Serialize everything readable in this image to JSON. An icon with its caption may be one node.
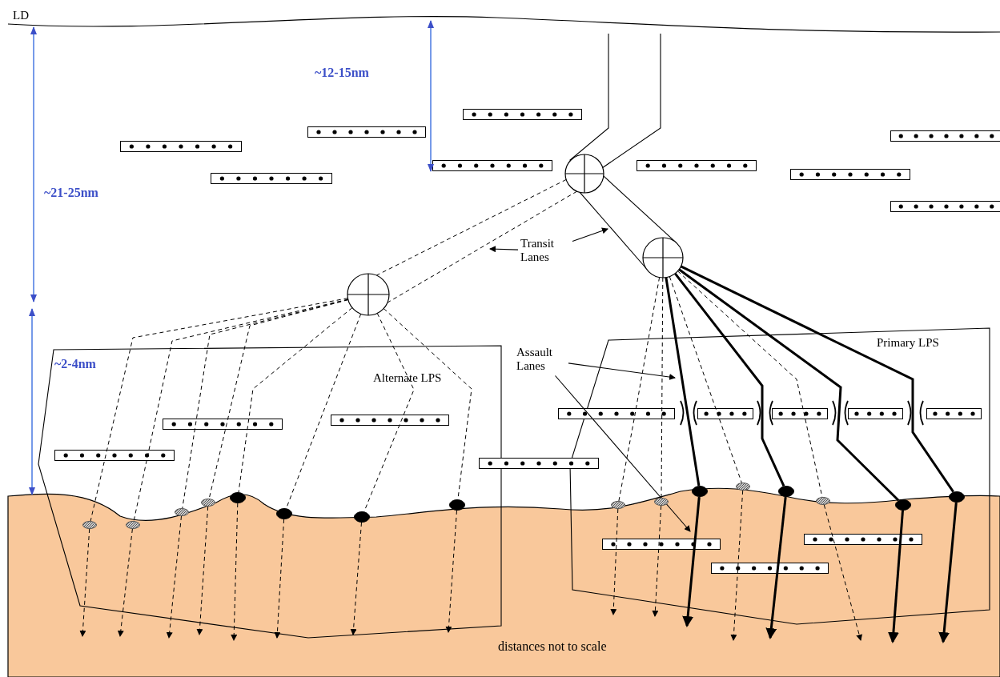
{
  "diagram": {
    "caption": "distances not to scale",
    "nodes": [
      {
        "text": [],
        "shape": "circle"
      },
      {
        "text": [],
        "shape": "circle"
      },
      {
        "text": [],
        "shape": "circle"
      },
      {
        "text": [
          "Alternate LPS"
        ]
      },
      {
        "text": [
          "Primary LPS"
        ]
      },
      {
        "text": [
          "Transit Lanes"
        ]
      },
      {
        "text": [
          "Assault Lanes"
        ]
      },
      {
        "text": [],
        "shape": "ellipse",
        "in": 3
      },
      {
        "text": [],
        "shape": "ellipse",
        "in": 3
      },
      {
        "text": [],
        "shape": "ellipse",
        "in": 3
      },
      {
        "text": [],
        "shape": "ellipse",
        "in": 3
      },
      {
        "text": [],
        "shape": "ellipse",
        "in": 3
      },
      {
        "text": [],
        "shape": "ellipse",
        "in": 3
      },
      {
        "text": [],
        "shape": "ellipse",
        "in": 3
      },
      {
        "text": [],
        "shape": "ellipse",
        "in": 3
      },
      {
        "text": [],
        "shape": "ellipse",
        "in": 4
      },
      {
        "text": [],
        "shape": "ellipse",
        "in": 4
      },
      {
        "text": [],
        "shape": "ellipse",
        "in": 4
      },
      {
        "text": [],
        "shape": "ellipse",
        "in": 4
      },
      {
        "text": [],
        "shape": "ellipse",
        "in": 4
      },
      {
        "text": [],
        "shape": "ellipse",
        "in": 4
      },
      {
        "text": [],
        "shape": "ellipse",
        "in": 4
      },
      {
        "text": [],
        "shape": "ellipse",
        "in": 4
      }
    ],
    "edges": [
      {
        "from": null,
        "to": 0,
        "arrow": "none"
      },
      {
        "from": null,
        "to": 0,
        "arrow": "none"
      },
      {
        "from": 0,
        "to": 1,
        "arrow": "none",
        "style": "dashed"
      },
      {
        "from": 0,
        "to": 1,
        "arrow": "none",
        "style": "dashed"
      },
      {
        "from": 0,
        "to": 2,
        "arrow": "none"
      },
      {
        "from": 0,
        "to": 2,
        "arrow": "none"
      },
      {
        "from": 5,
        "to": null,
        "arrow": "to"
      },
      {
        "from": 5,
        "to": null,
        "arrow": "to"
      },
      {
        "from": 6,
        "to": null,
        "arrow": "to"
      },
      {
        "from": 6,
        "to": null,
        "arrow": "to"
      },
      {
        "from": 1,
        "to": 7,
        "arrow": "none",
        "style": "dashed"
      },
      {
        "from": 1,
        "to": 8,
        "arrow": "none",
        "style": "dashed"
      },
      {
        "from": 1,
        "to": 9,
        "arrow": "none",
        "style": "dashed"
      },
      {
        "from": 1,
        "to": 10,
        "arrow": "none",
        "style": "dashed"
      },
      {
        "from": 1,
        "to": 11,
        "arrow": "none",
        "style": "dashed"
      },
      {
        "from": 1,
        "to": 12,
        "arrow": "none",
        "style": "dashed"
      },
      {
        "from": 1,
        "to": 13,
        "arrow": "none",
        "style": "dashed"
      },
      {
        "from": 1,
        "to": 14,
        "arrow": "none",
        "style": "dashed"
      },
      {
        "from": 7,
        "to": null,
        "arrow": "to",
        "style": "dashed"
      },
      {
        "from": 8,
        "to": null,
        "arrow": "to",
        "style": "dashed"
      },
      {
        "from": 9,
        "to": null,
        "arrow": "to",
        "style": "dashed"
      },
      {
        "from": 10,
        "to": null,
        "arrow": "to",
        "style": "dashed"
      },
      {
        "from": 11,
        "to": null,
        "arrow": "to",
        "style": "dashed"
      },
      {
        "from": 12,
        "to": null,
        "arrow": "to",
        "style": "dashed"
      },
      {
        "from": 13,
        "to": null,
        "arrow": "to",
        "style": "dashed"
      },
      {
        "from": 14,
        "to": null,
        "arrow": "to",
        "style": "dashed"
      },
      {
        "from": 2,
        "to": 15,
        "arrow": "none",
        "style": "dashed"
      },
      {
        "from": 2,
        "to": 16,
        "arrow": "none",
        "style": "dashed"
      },
      {
        "from": 2,
        "to": 17,
        "arrow": "none",
        "style": "thick"
      },
      {
        "from": 2,
        "to": 18,
        "arrow": "none",
        "style": "dashed"
      },
      {
        "from": 2,
        "to": 19,
        "arrow": "none",
        "style": "thick"
      },
      {
        "from": 2,
        "to": 20,
        "arrow": "none",
        "style": "dashed"
      },
      {
        "from": 2,
        "to": 21,
        "arrow": "none",
        "style": "thick"
      },
      {
        "from": 2,
        "to": 22,
        "arrow": "none",
        "style": "thick"
      },
      {
        "from": 15,
        "to": null,
        "arrow": "to",
        "style": "dashed"
      },
      {
        "from": 16,
        "to": null,
        "arrow": "to",
        "style": "dashed"
      },
      {
        "from": 17,
        "to": null,
        "arrow": "to",
        "style": "thick"
      },
      {
        "from": 18,
        "to": null,
        "arrow": "to",
        "style": "dashed"
      },
      {
        "from": 19,
        "to": null,
        "arrow": "to",
        "style": "thick"
      },
      {
        "from": 20,
        "to": null,
        "arrow": "to",
        "style": "dashed"
      },
      {
        "from": 21,
        "to": null,
        "arrow": "to",
        "style": "thick"
      },
      {
        "from": 22,
        "to": null,
        "arrow": "to",
        "style": "thick"
      }
    ],
    "labels": [
      "LD",
      "~12-15nm",
      "~21-25nm",
      "~2-4nm"
    ]
  }
}
